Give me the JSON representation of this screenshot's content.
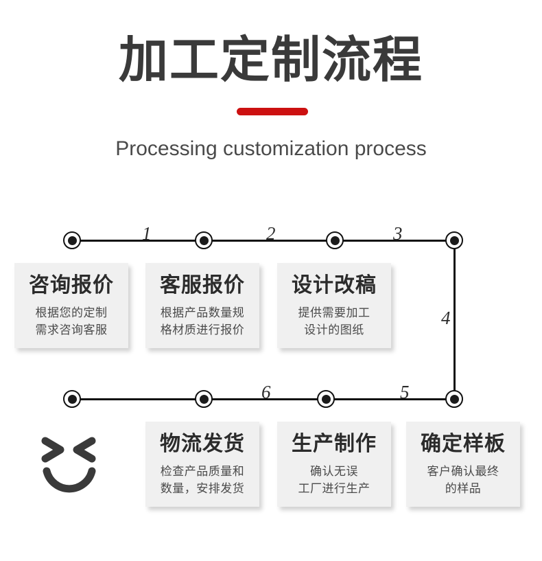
{
  "header": {
    "title": "加工定制流程",
    "subtitle": "Processing customization process",
    "accent_color": "#cc1010",
    "title_color": "#3a3a3a",
    "subtitle_color": "#4a4a4a"
  },
  "theme": {
    "card_background": "#f0f0f0",
    "line_color": "#111111",
    "node_fill": "#1b1b1b",
    "page_background": "#ffffff"
  },
  "flow": {
    "step_numbers": [
      "1",
      "2",
      "3",
      "4",
      "5",
      "6"
    ],
    "connector_labels": {
      "top_1": "1",
      "top_2": "2",
      "top_3": "3",
      "right_vertical": "4",
      "bottom_5": "5",
      "bottom_6": "6"
    }
  },
  "steps": [
    {
      "number": "1",
      "title": "咨询报价",
      "desc": "根据您的定制\n需求咨询客服"
    },
    {
      "number": "2",
      "title": "客服报价",
      "desc": "根据产品数量规\n格材质进行报价"
    },
    {
      "number": "3",
      "title": "设计改稿",
      "desc": "提供需要加工\n设计的图纸"
    },
    {
      "number": "4",
      "title": "确定样板",
      "desc": "客户确认最终\n的样品"
    },
    {
      "number": "5",
      "title": "生产制作",
      "desc": "确认无误\n工厂进行生产"
    },
    {
      "number": "6",
      "title": "物流发货",
      "desc": "检查产品质量和\n数量，安排发货"
    }
  ],
  "decoration": {
    "smiley_icon": "smiley-squint-face"
  }
}
